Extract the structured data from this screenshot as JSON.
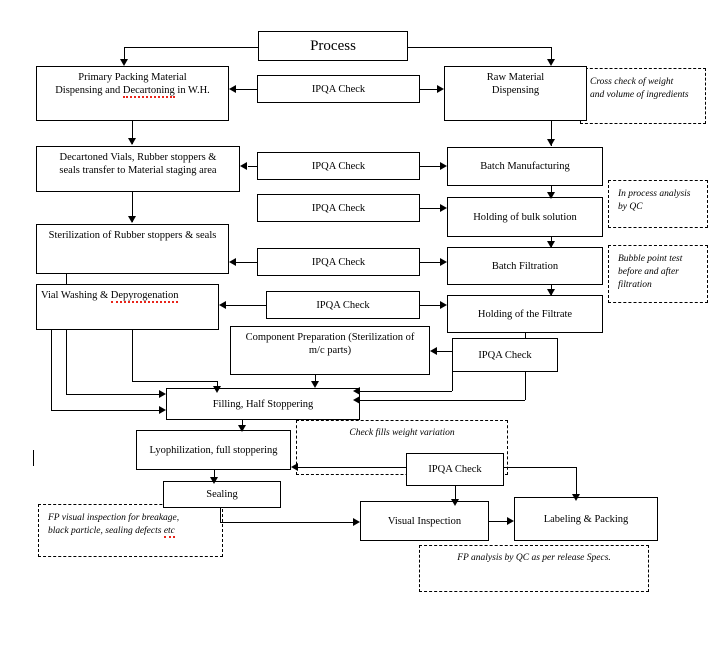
{
  "diagram": {
    "title": "Process",
    "type": "process-flow-chart",
    "nodes": {
      "process": "Process",
      "primary_packing": "Primary Packing Material Dispensing and Decartoning in W.H.",
      "primary_packing_l1": "Primary Packing Material",
      "primary_packing_l2a": "Dispensing and ",
      "primary_packing_l2b": "Decartoning",
      "primary_packing_l2c": " in W.H.",
      "raw_material_l1": "Raw Material",
      "raw_material_l2": "Dispensing",
      "decartoned_l1": "Decartoned Vials, Rubber stoppers &",
      "decartoned_l2": "seals transfer to Material staging area",
      "batch_manufacturing": "Batch Manufacturing",
      "holding_bulk": "Holding of bulk solution",
      "sterilization": "Sterilization of Rubber stoppers & seals",
      "batch_filtration": "Batch Filtration",
      "vial_washing_a": "Vial Washing & ",
      "vial_washing_b": "Depyrogenation",
      "holding_filtrate": "Holding of the Filtrate",
      "component_prep_l1": "Component Preparation (Sterilization of",
      "component_prep_l2": "m/c parts)",
      "filling": "Filling, Half Stoppering",
      "lyophilization": "Lyophilization, full stoppering",
      "sealing": "Sealing",
      "visual_inspection": "Visual Inspection",
      "labeling_packing": "Labeling & Packing"
    },
    "ipqa_checks": [
      {
        "id": "ipqa-1",
        "label": "IPQA Check"
      },
      {
        "id": "ipqa-2",
        "label": "IPQA Check"
      },
      {
        "id": "ipqa-3",
        "label": "IPQA Check"
      },
      {
        "id": "ipqa-4",
        "label": "IPQA Check"
      },
      {
        "id": "ipqa-5",
        "label": "IPQA Check"
      },
      {
        "id": "ipqa-6",
        "label": "IPQA Check"
      },
      {
        "id": "ipqa-7",
        "label": "IPQA Check"
      }
    ],
    "annotations": {
      "cross_check_l1": "Cross check of weight",
      "cross_check_l2": "and volume of ingredients",
      "in_process_l1": "In process analysis",
      "in_process_l2": "by QC",
      "bubble_point_l1": "Bubble point test",
      "bubble_point_l2": "before and after",
      "bubble_point_l3": "filtration",
      "check_fills": "Check fills weight variation",
      "fp_visual_l1": "FP visual inspection for breakage,",
      "fp_visual_l2a": "black particle, sealing defects ",
      "fp_visual_l2b": "etc",
      "fp_analysis": "FP analysis by QC as per release Specs."
    },
    "colors": {
      "line": "#000000",
      "box_border": "#000000",
      "background": "#ffffff",
      "spellcheck_underline": "#e8241a"
    }
  }
}
